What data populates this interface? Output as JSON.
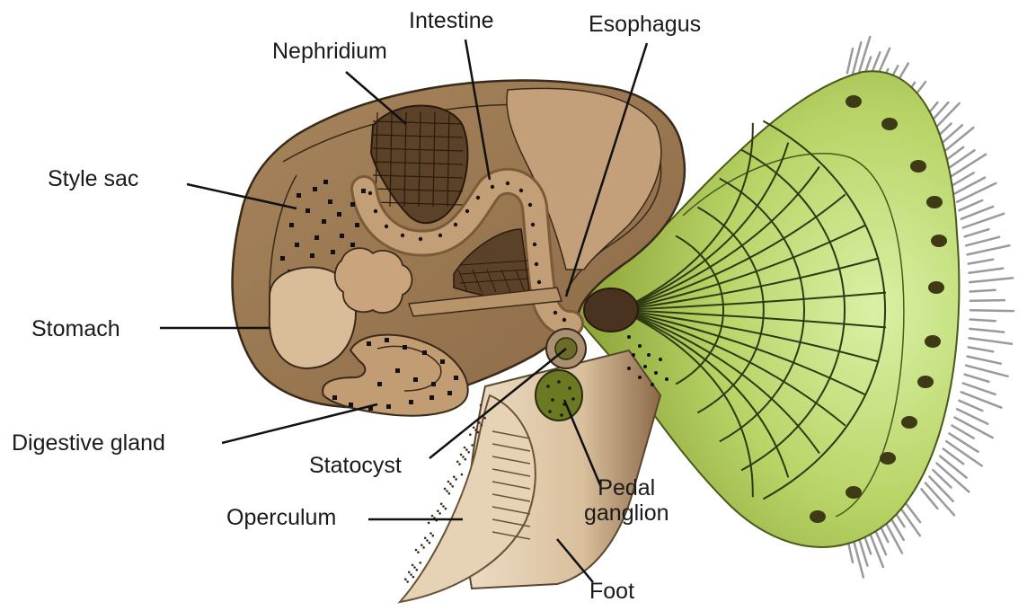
{
  "labels": {
    "intestine": "Intestine",
    "esophagus": "Esophagus",
    "nephridium": "Nephridium",
    "style_sac": "Style sac",
    "stomach": "Stomach",
    "digestive_gland": "Digestive gland",
    "statocyst": "Statocyst",
    "operculum": "Operculum",
    "pedal_ganglion_line1": "Pedal",
    "pedal_ganglion_line2": "ganglion",
    "foot": "Foot"
  },
  "colors": {
    "shell_outer": "#8b6a45",
    "shell_mid": "#a88660",
    "shell_light": "#c9a47c",
    "organ_pale": "#dcc2a0",
    "organ_dark": "#5b432a",
    "foot": "#d8c0a0",
    "velum_light": "#d7f0a8",
    "velum_dark": "#8aa52e",
    "statocyst": "#6b6b2a",
    "outline": "#3a2a1a",
    "cilia": "#9a9a9a",
    "leader": "#111111"
  }
}
